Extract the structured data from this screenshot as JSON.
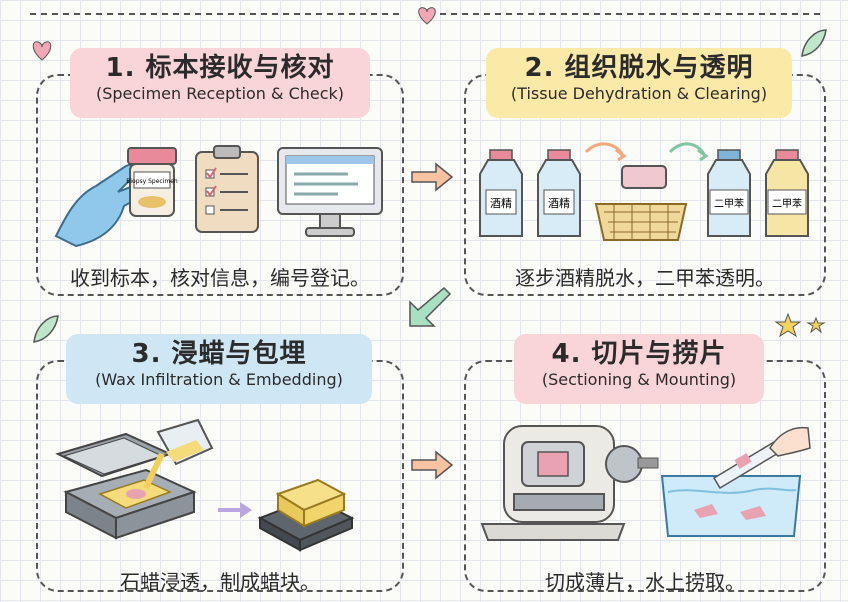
{
  "steps": [
    {
      "title_zh": "1. 标本接收与核对",
      "title_en": "(Specimen Reception & Check)",
      "caption": "收到标本，核对信息，编号登记。",
      "title_bg": "#f9d4d8",
      "jar_label": "Biopsy Specimen"
    },
    {
      "title_zh": "2. 组织脱水与透明",
      "title_en": "(Tissue Dehydration & Clearing)",
      "caption": "逐步酒精脱水，二甲苯透明。",
      "title_bg": "#fbe9a8",
      "bottle_labels": [
        "酒精",
        "酒精",
        "二甲苯",
        "二甲苯"
      ]
    },
    {
      "title_zh": "3. 浸蜡与包埋",
      "title_en": "(Wax Infiltration & Embedding)",
      "caption": "石蜡浸透，制成蜡块。",
      "title_bg": "#cfe6f4"
    },
    {
      "title_zh": "4. 切片与捞片",
      "title_en": "(Sectioning & Mounting)",
      "caption": "切成薄片，水上捞取。",
      "title_bg": "#f9d4d8"
    }
  ],
  "colors": {
    "arrow": "#f5a87a",
    "arrow_down": "#a8e0c4",
    "heart": "#f3a6b6",
    "star": "#f5d35c",
    "border": "#555555"
  },
  "icons": [
    "glove-hand-icon",
    "specimen-jar-icon",
    "checklist-icon",
    "monitor-icon",
    "alcohol-bottle-icon",
    "basket-icon",
    "xylene-bottle-icon",
    "wax-mold-icon",
    "beaker-icon",
    "wax-block-icon",
    "microtome-icon",
    "water-bath-icon",
    "heart-icon",
    "star-icon",
    "leaf-icon"
  ]
}
